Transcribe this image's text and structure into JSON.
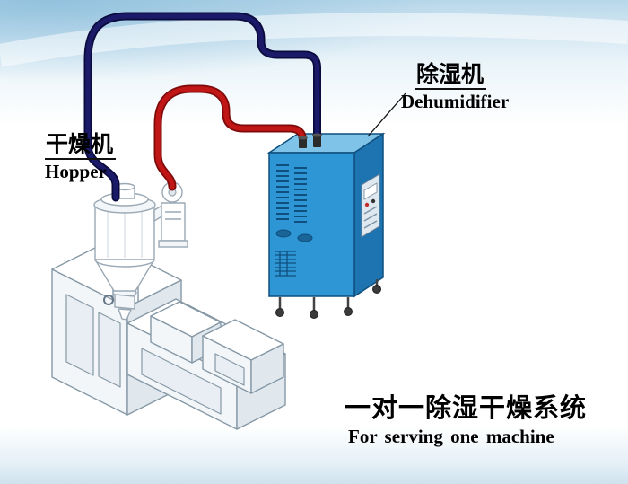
{
  "labels": {
    "hopper": {
      "cn": "干燥机",
      "en": "Hopper"
    },
    "dehumidifier": {
      "cn": "除湿机",
      "en": "Dehumidifier"
    },
    "caption": {
      "cn": "一对一除湿干燥系统",
      "en": "For serving one machine"
    }
  },
  "colors": {
    "pipe-red": "#c01616",
    "pipe-navy": "#1a1a68",
    "dehumidifier-front": "#2f96d5",
    "dehumidifier-side": "#1e74b0",
    "dehumidifier-top": "#7fc3e8",
    "deh-line": "#0e4f7e",
    "machine-outline": "#8698a6",
    "background-top": "#b7d7e9"
  }
}
